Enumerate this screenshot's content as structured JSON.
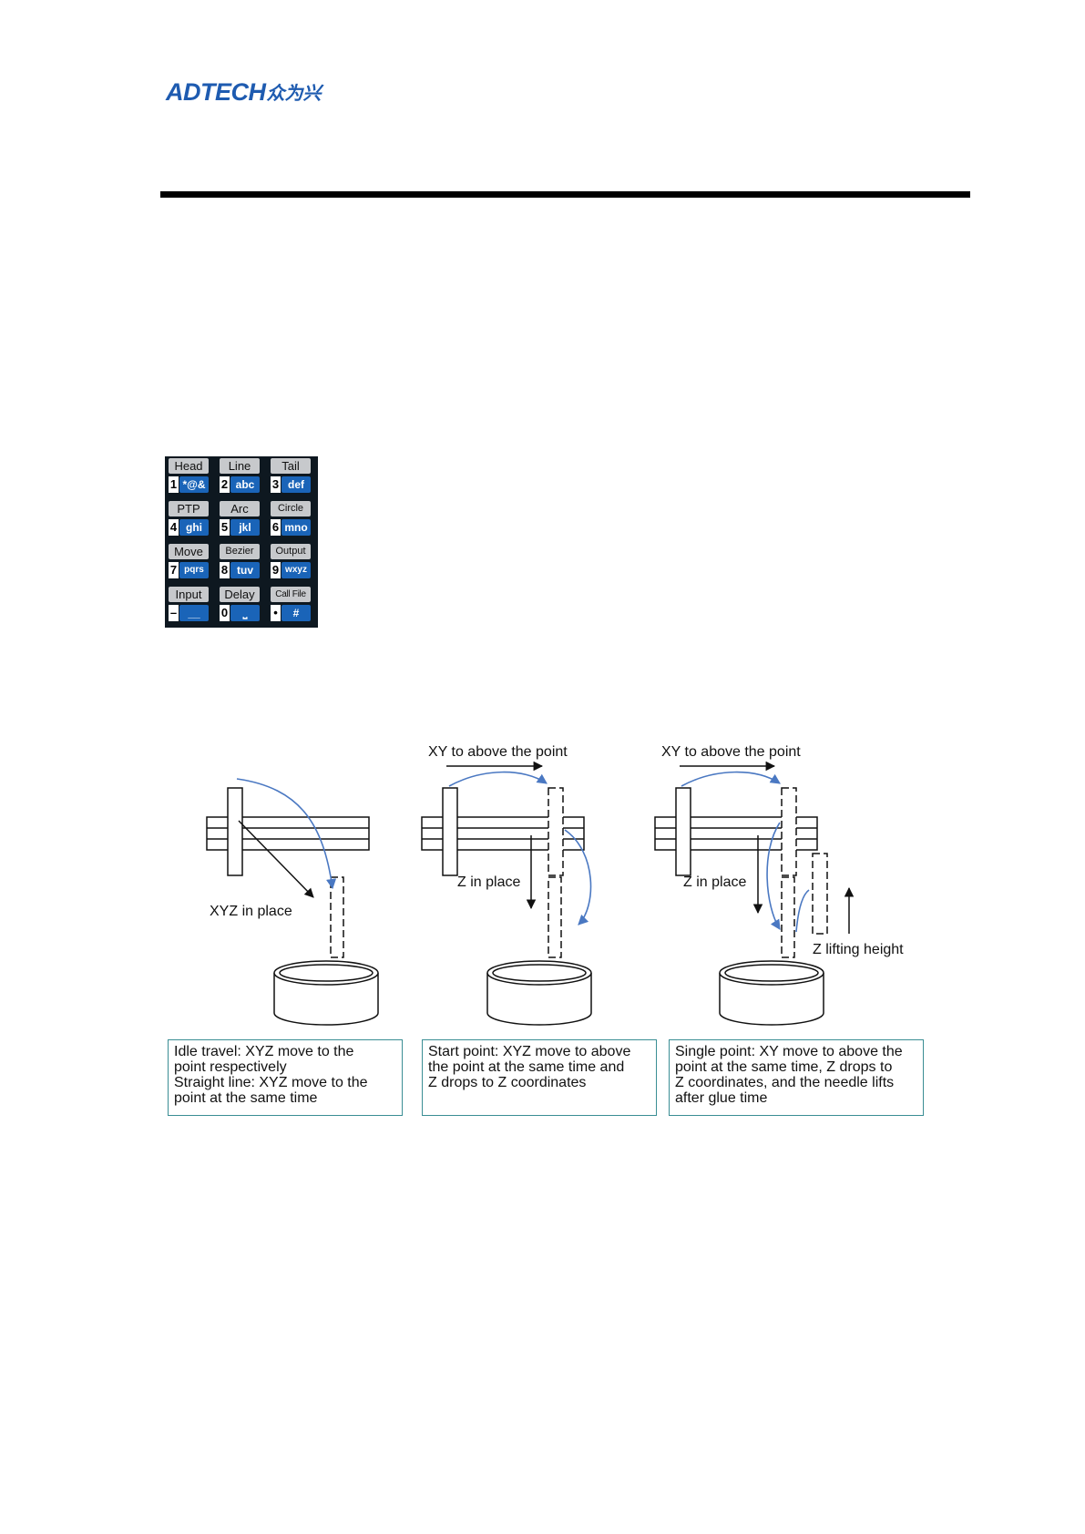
{
  "header": {
    "logo_text": "ADTECH",
    "logo_cn": "众为兴"
  },
  "keypad": {
    "keys": [
      {
        "label": "Head",
        "num": "1",
        "letters": "*@&"
      },
      {
        "label": "Line",
        "num": "2",
        "letters": "abc"
      },
      {
        "label": "Tail",
        "num": "3",
        "letters": "def"
      },
      {
        "label": "PTP",
        "num": "4",
        "letters": "ghi"
      },
      {
        "label": "Arc",
        "num": "5",
        "letters": "jkl"
      },
      {
        "label": "Circle",
        "num": "6",
        "letters": "mno"
      },
      {
        "label": "Move",
        "num": "7",
        "letters": "pqrs"
      },
      {
        "label": "Bezier",
        "num": "8",
        "letters": "tuv"
      },
      {
        "label": "Output",
        "num": "9",
        "letters": "wxyz"
      },
      {
        "label": "Input",
        "num": "–",
        "letters": "__"
      },
      {
        "label": "Delay",
        "num": "0",
        "letters": "⎵"
      },
      {
        "label": "Call File",
        "num": "•",
        "letters": "#"
      }
    ]
  },
  "diagram": {
    "panel1": {
      "label_xyz": "XYZ in place",
      "caption": [
        "Idle travel: XYZ move to the",
        "point respectively",
        "Straight line: XYZ move to the",
        "point at the same time"
      ]
    },
    "panel2": {
      "label_xy": "XY to above the point",
      "label_z": "Z in place",
      "caption": [
        "Start point: XYZ move to above",
        "the point at the same time and",
        "Z drops to Z coordinates"
      ]
    },
    "panel3": {
      "label_xy": "XY to above the point",
      "label_z": "Z in place",
      "label_lift": "Z lifting height",
      "caption": [
        "Single point: XY move to above the",
        "point at the same time, Z drops to",
        "Z coordinates, and the needle lifts",
        "after glue time"
      ]
    }
  }
}
